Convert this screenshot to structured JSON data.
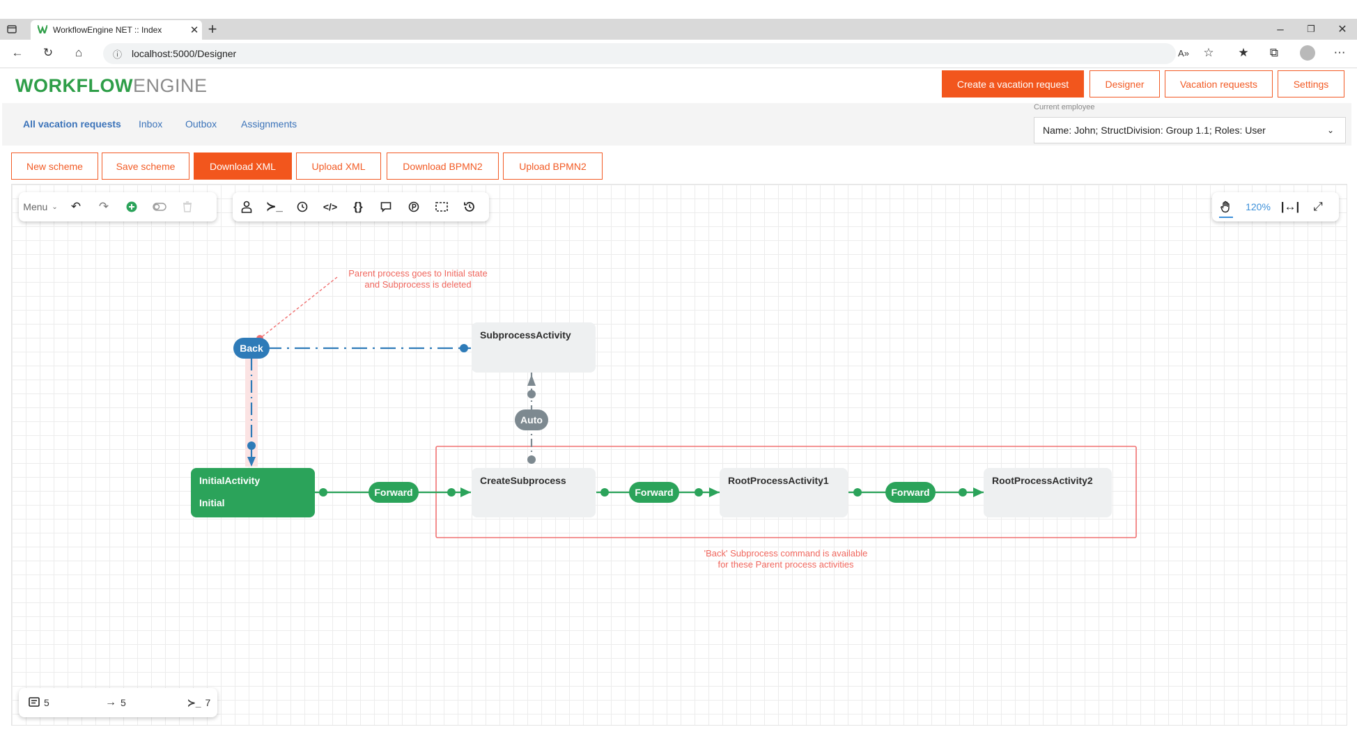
{
  "browser": {
    "tab_title": "WorkflowEngine NET :: Index",
    "url": "localhost:5000/Designer"
  },
  "header": {
    "logo_bold": "WORKFLOW",
    "logo_light": "ENGINE",
    "buttons": {
      "create_vacation": "Create a vacation request",
      "designer": "Designer",
      "vacation_requests": "Vacation requests",
      "settings": "Settings"
    }
  },
  "nav": {
    "all_requests": "All vacation requests",
    "inbox": "Inbox",
    "outbox": "Outbox",
    "assignments": "Assignments"
  },
  "employee": {
    "label": "Current employee",
    "value": "Name: John; StructDivision: Group 1.1; Roles: User"
  },
  "toolbar": {
    "new_scheme": "New scheme",
    "save_scheme": "Save scheme",
    "download_xml": "Download XML",
    "upload_xml": "Upload XML",
    "download_bpmn2": "Download BPMN2",
    "upload_bpmn2": "Upload BPMN2"
  },
  "designer": {
    "menu_label": "Menu",
    "zoom": "120%"
  },
  "diagram": {
    "activities": {
      "initial": {
        "name": "InitialActivity",
        "state": "Initial"
      },
      "subprocess": {
        "name": "SubprocessActivity"
      },
      "create_subprocess": {
        "name": "CreateSubprocess"
      },
      "root1": {
        "name": "RootProcessActivity1"
      },
      "root2": {
        "name": "RootProcessActivity2"
      }
    },
    "commands": {
      "back": "Back",
      "auto": "Auto",
      "forward1": "Forward",
      "forward2": "Forward",
      "forward3": "Forward"
    },
    "annotations": {
      "top_line1": "Parent process goes to Initial state",
      "top_line2": "and Subprocess is deleted",
      "bottom_line1": "'Back' Subprocess command is available",
      "bottom_line2": "for these Parent process activities"
    }
  },
  "stats": {
    "activities": "5",
    "transitions": "5",
    "commands": "7"
  },
  "colors": {
    "accent": "#f2561d",
    "green": "#2ba35a",
    "blue": "#2e7bb8",
    "gray": "#7d8990",
    "annotation": "#f0675e"
  }
}
